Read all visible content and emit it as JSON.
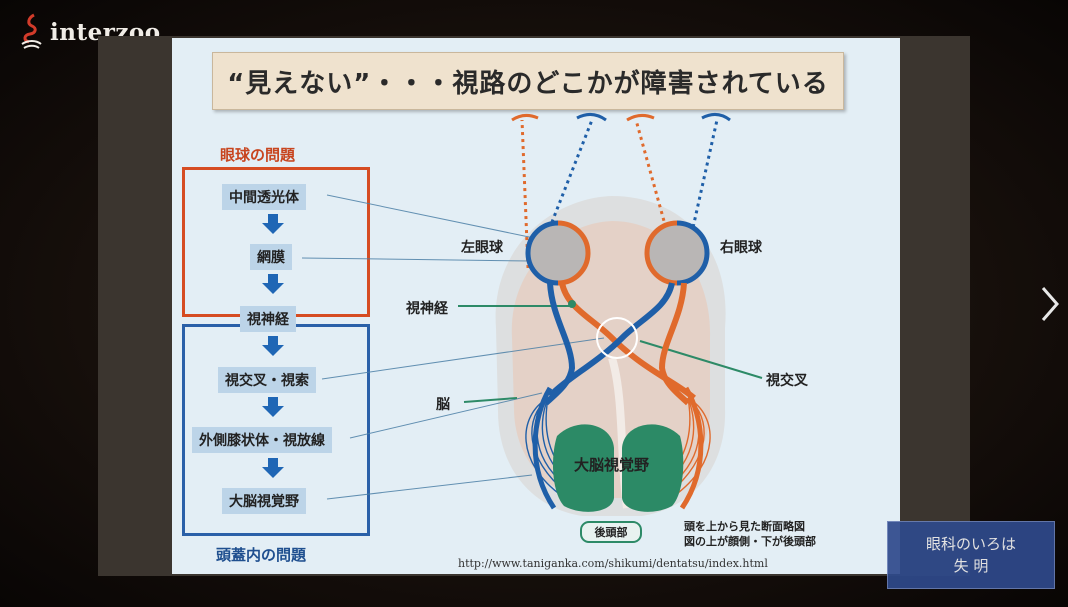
{
  "brand": {
    "name": "interzoo"
  },
  "slide": {
    "title": "“見えない”・・・視路のどこかが障害されている",
    "eye_header": "眼球の問題",
    "skull_header": "頭蓋内の問題",
    "steps": [
      "中間透光体",
      "網膜",
      "視神経",
      "視交叉・視索",
      "外側膝状体・視放線",
      "大脳視覚野"
    ],
    "diagram": {
      "left_eye": "左眼球",
      "right_eye": "右眼球",
      "optic_nerve": "視神経",
      "chiasm": "視交叉",
      "brain": "脳",
      "visual_cortex": "大脳視覚野",
      "rear": "後頭部",
      "caption_line1": "頭を上から見た断面略図",
      "caption_line2": "図の上が顔側・下が後頭部"
    },
    "url": "http://www.taniganka.com/shikumi/dentatsu/index.html"
  },
  "badge": {
    "line1": "眼科のいろは",
    "line2": "失 明"
  },
  "colors": {
    "orange": "#e06a2c",
    "blue": "#1f5fa8",
    "green": "#2d8a67"
  },
  "icons": {
    "next": "chevron-right-icon",
    "logo": "interzoo-logo-icon"
  }
}
